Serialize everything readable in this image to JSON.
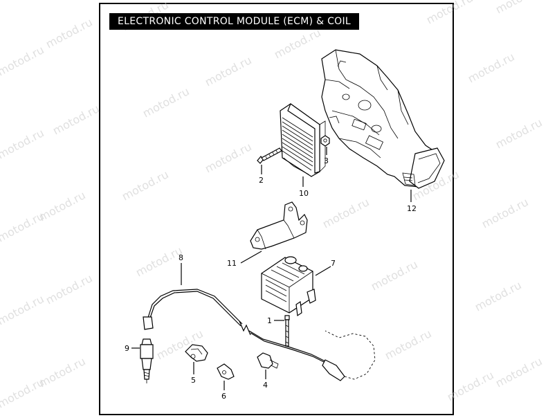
{
  "title": "ELECTRONIC CONTROL MODULE (ECM) & COIL",
  "watermark": "motod.ru",
  "callouts": [
    {
      "id": "c1",
      "label": "1"
    },
    {
      "id": "c2",
      "label": "2"
    },
    {
      "id": "c3",
      "label": "3"
    },
    {
      "id": "c4",
      "label": "4"
    },
    {
      "id": "c5",
      "label": "5"
    },
    {
      "id": "c6",
      "label": "6"
    },
    {
      "id": "c7",
      "label": "7"
    },
    {
      "id": "c8",
      "label": "8"
    },
    {
      "id": "c9",
      "label": "9"
    },
    {
      "id": "c10",
      "label": "10"
    },
    {
      "id": "c11",
      "label": "11"
    },
    {
      "id": "c12",
      "label": "12"
    }
  ]
}
